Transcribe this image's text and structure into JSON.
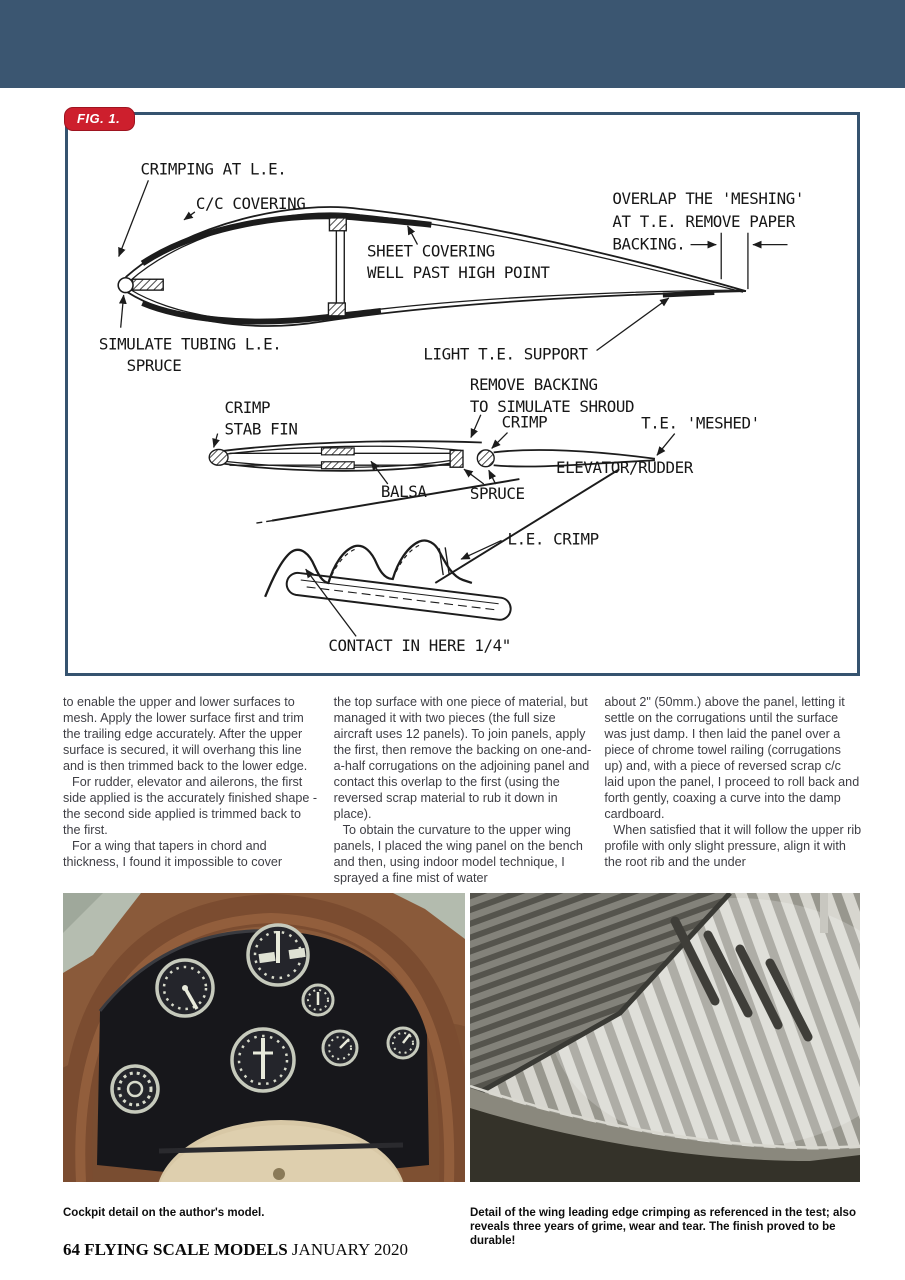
{
  "colors": {
    "header_bar": "#3b5671",
    "figure_border": "#35536f",
    "badge_red": "#cd1f2d"
  },
  "figure": {
    "badge": "FIG. 1.",
    "labels": {
      "crimping_le": "CRIMPING AT L.E.",
      "cc_covering": "C/C COVERING",
      "sheet_covering_1": "SHEET COVERING",
      "sheet_covering_2": "WELL PAST HIGH POINT",
      "overlap_1": "OVERLAP THE 'MESHING'",
      "overlap_2": "AT T.E. REMOVE PAPER",
      "overlap_3": "BACKING.",
      "simulate_tubing": "SIMULATE TUBING L.E.",
      "simulate_spruce": "SPRUCE",
      "light_te_support": "LIGHT T.E. SUPPORT",
      "remove_backing_1": "REMOVE BACKING",
      "remove_backing_2": "TO SIMULATE SHROUD",
      "crimp_stab_1": "CRIMP",
      "crimp_stab_2": "STAB FIN",
      "crimp_2": "CRIMP",
      "te_meshed": "T.E. 'MESHED'",
      "elevator_rudder": "ELEVATOR/RUDDER",
      "balsa": "BALSA",
      "spruce_2": "SPRUCE",
      "le_crimp": "L.E. CRIMP",
      "contact": "CONTACT IN HERE 1/4\""
    }
  },
  "article": {
    "col1": {
      "p1": "to enable the upper and lower surfaces to mesh. Apply the lower surface first and trim the trailing edge accurately. After the upper surface is secured, it will overhang this line and is then trimmed back to the lower edge.",
      "p2": "For rudder, elevator and ailerons, the first side applied is the accurately finished shape - the second side applied is trimmed back to the first.",
      "p3": "For a wing that tapers in chord and thickness, I found it impossible to cover"
    },
    "col2": {
      "p1": "the top surface with one piece of material, but managed it with two pieces (the full size aircraft uses 12 panels). To join panels, apply the first, then remove the backing on one-and-a-half corrugations on the adjoining panel and contact this overlap to the first (using the reversed scrap material to rub it down in place).",
      "p2": "To obtain the curvature to the upper wing panels, I placed the wing panel on the bench and then, using indoor model technique, I sprayed a fine mist of water"
    },
    "col3": {
      "p1": "about 2\" (50mm.) above the panel, letting it settle on the corrugations until the surface was just damp. I then laid the panel over a piece of chrome towel railing (corrugations up) and, with a piece of reversed scrap c/c laid upon the panel, I proceed to roll back and forth gently, coaxing a curve into the damp cardboard.",
      "p2": "When satisfied that it will follow the upper rib profile with only slight pressure, align it with the root rib and the under"
    }
  },
  "photos": {
    "left_caption": "Cockpit detail on the author's model.",
    "right_caption": "Detail of the wing leading edge crimping as referenced in the test; also reveals three years of grime, wear and tear. The finish proved to be durable!"
  },
  "footer": {
    "page_number": "64",
    "magazine": "FLYING SCALE MODELS",
    "issue": "JANUARY 2020"
  }
}
